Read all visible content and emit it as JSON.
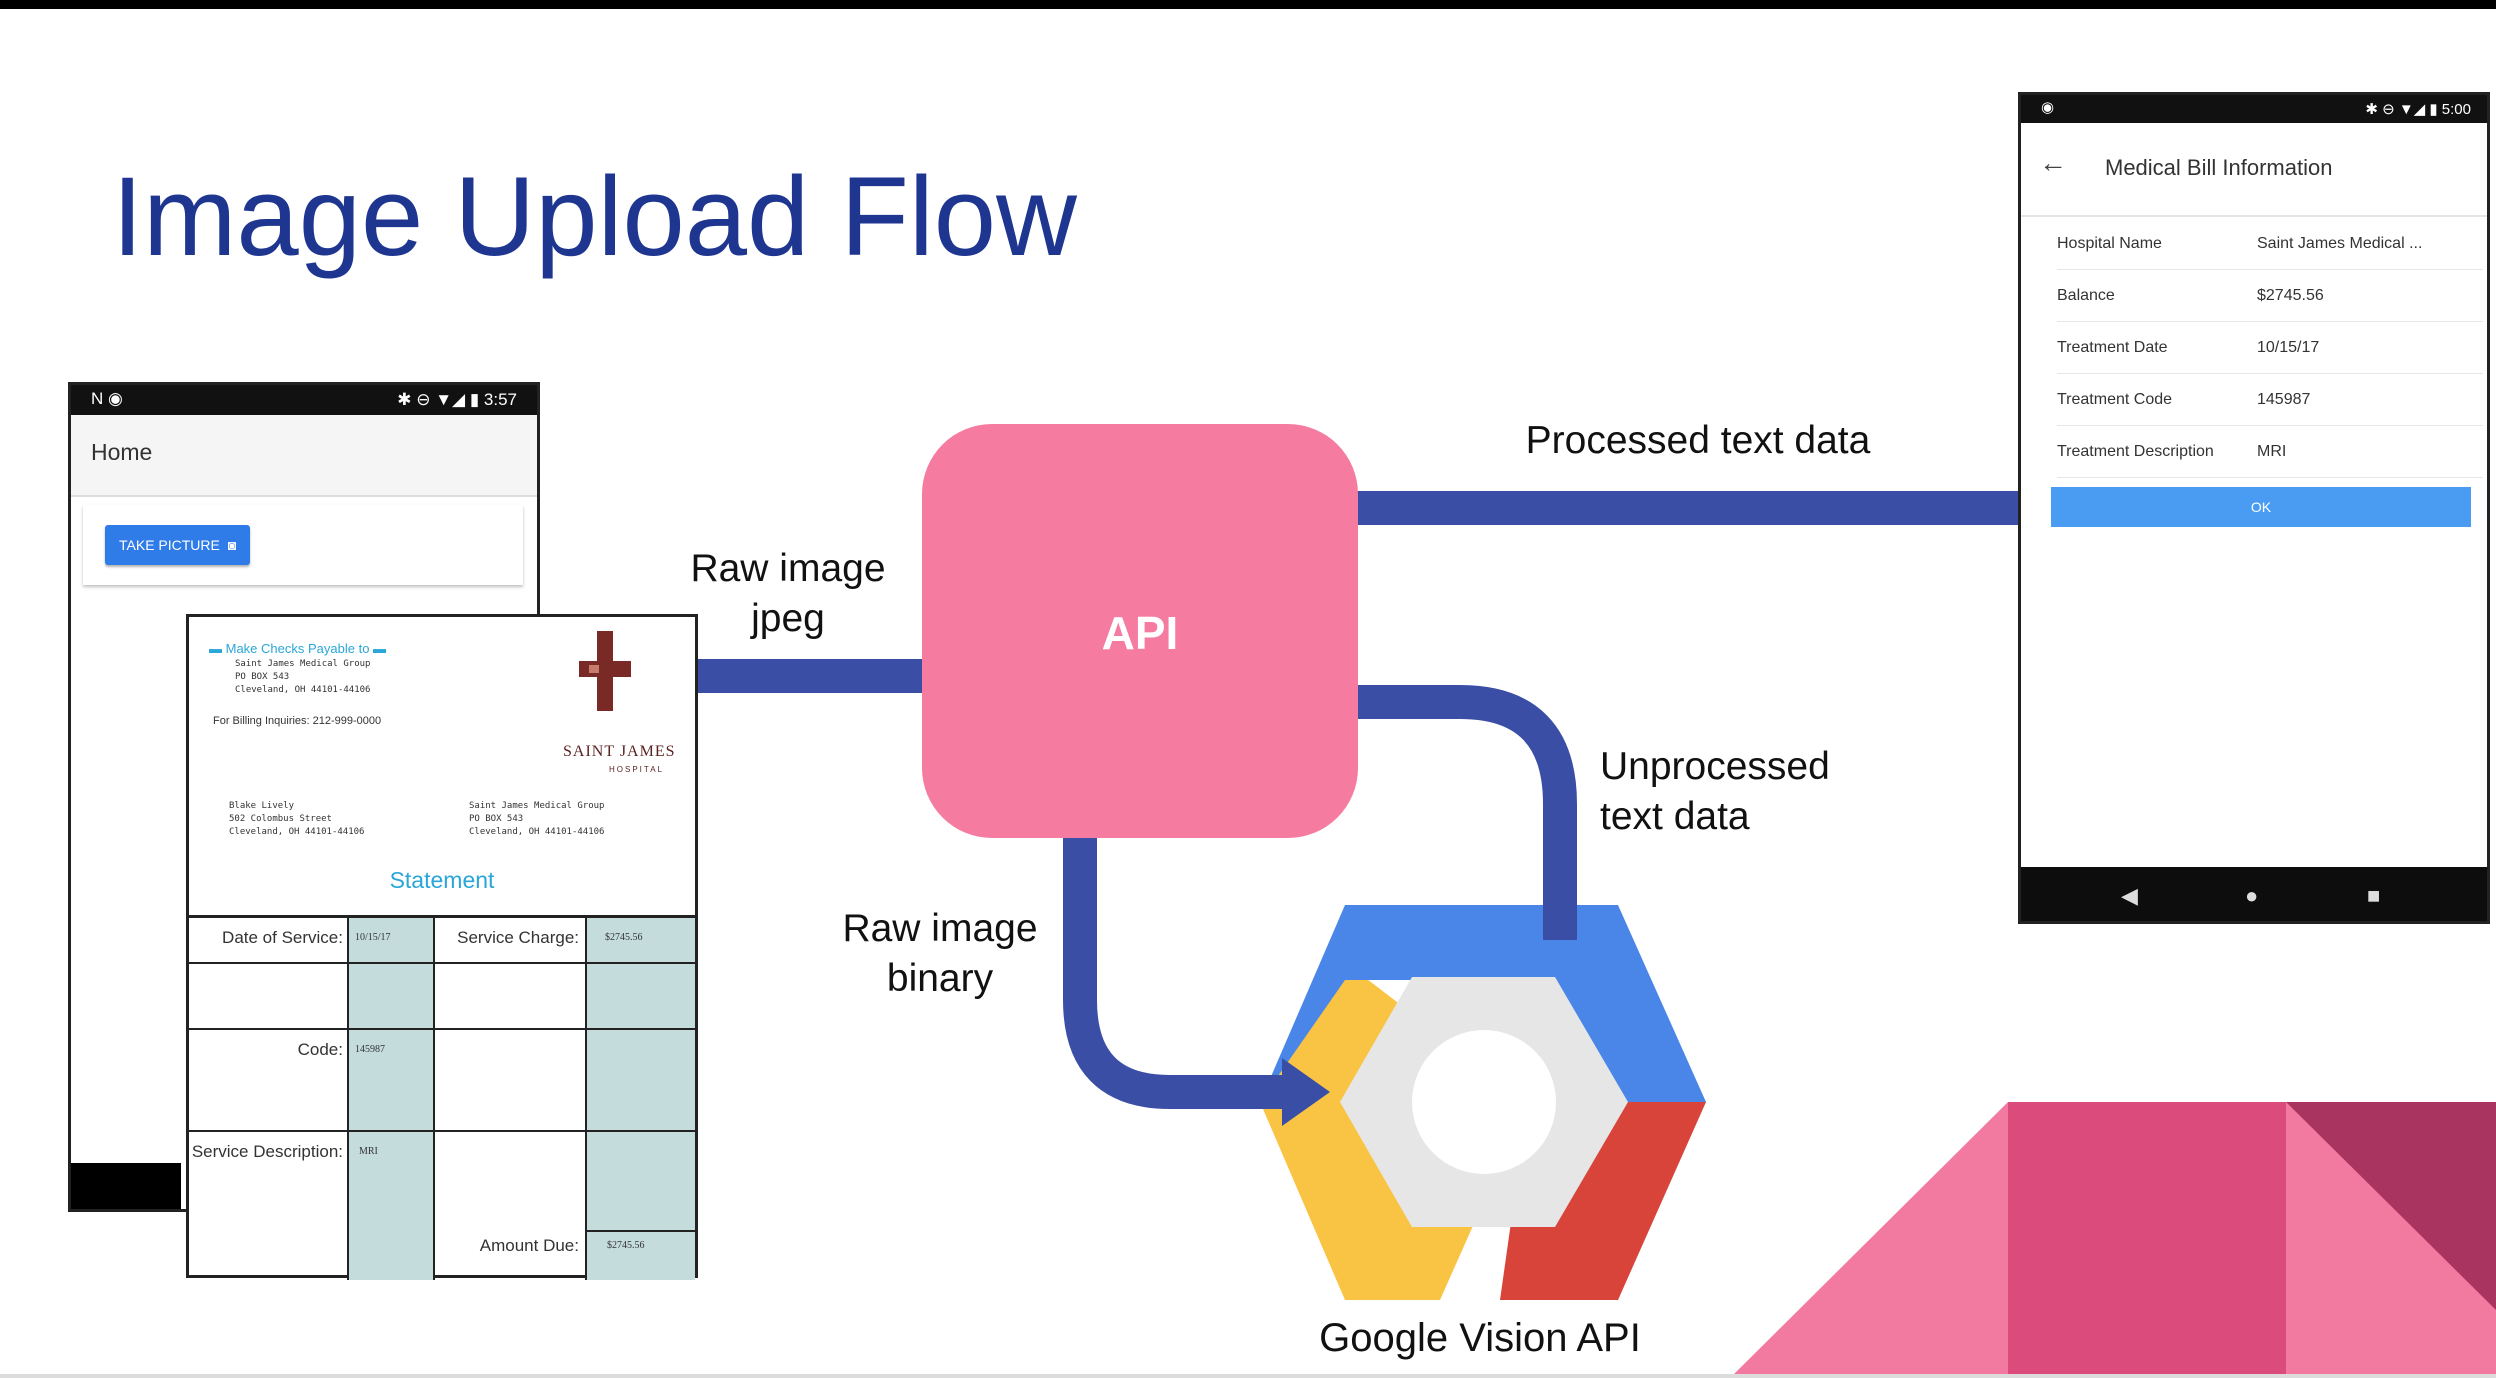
{
  "slide": {
    "title": "Image Upload Flow"
  },
  "phone_home": {
    "status_time": "3:57",
    "app_title": "Home",
    "take_picture_label": "TAKE PICTURE"
  },
  "bill": {
    "payable_to": "Make Checks Payable to",
    "payee_lines": [
      "Saint James Medical Group",
      "PO BOX 543",
      "Cleveland, OH 44101-44106"
    ],
    "billing_inquiries": "For Billing Inquiries: 212-999-0000",
    "hospital_name": "SAINT JAMES",
    "hospital_sub": "HOSPITAL",
    "patient_lines": [
      "Blake Lively",
      "502 Colombus Street",
      "Cleveland, OH 44101-44106"
    ],
    "provider_lines": [
      "Saint James Medical Group",
      "PO BOX 543",
      "Cleveland, OH 44101-44106"
    ],
    "statement_title": "Statement",
    "table": {
      "date_label": "Date of Service:",
      "date_value": "10/15/17",
      "charge_label": "Service Charge:",
      "charge_value": "$2745.56",
      "code_label": "Code:",
      "code_value": "145987",
      "desc_label": "Service Description:",
      "desc_value": "MRI",
      "due_label": "Amount Due:",
      "due_value": "$2745.56"
    }
  },
  "api": {
    "label": "API"
  },
  "flow_labels": {
    "raw_jpeg": [
      "Raw image",
      "jpeg"
    ],
    "raw_binary": [
      "Raw image",
      "binary"
    ],
    "processed": "Processed text data",
    "unprocessed": [
      "Unprocessed",
      "text data"
    ],
    "vision": "Google Vision API"
  },
  "phone_result": {
    "status_time": "5:00",
    "app_title": "Medical Bill Information",
    "rows": [
      {
        "key": "Hospital Name",
        "value": "Saint James Medical ..."
      },
      {
        "key": "Balance",
        "value": "$2745.56"
      },
      {
        "key": "Treatment Date",
        "value": "10/15/17"
      },
      {
        "key": "Treatment Code",
        "value": "145987"
      },
      {
        "key": "Treatment Description",
        "value": "MRI"
      }
    ],
    "ok_label": "OK"
  },
  "colors": {
    "title": "#1f3691",
    "arrow": "#3a4ea6",
    "api": "#f57ba1",
    "vision_blue": "#4a86e8",
    "vision_red": "#d9443a",
    "vision_yellow": "#f9c443",
    "decor_pink": "#f27aa0",
    "decor_magenta": "#db4b7c",
    "decor_dark": "#a8345f"
  },
  "icons": {
    "camera": "camera-icon",
    "back": "arrow-back-icon",
    "nav": [
      "nav-back-icon",
      "nav-home-icon",
      "nav-recent-icon"
    ]
  }
}
